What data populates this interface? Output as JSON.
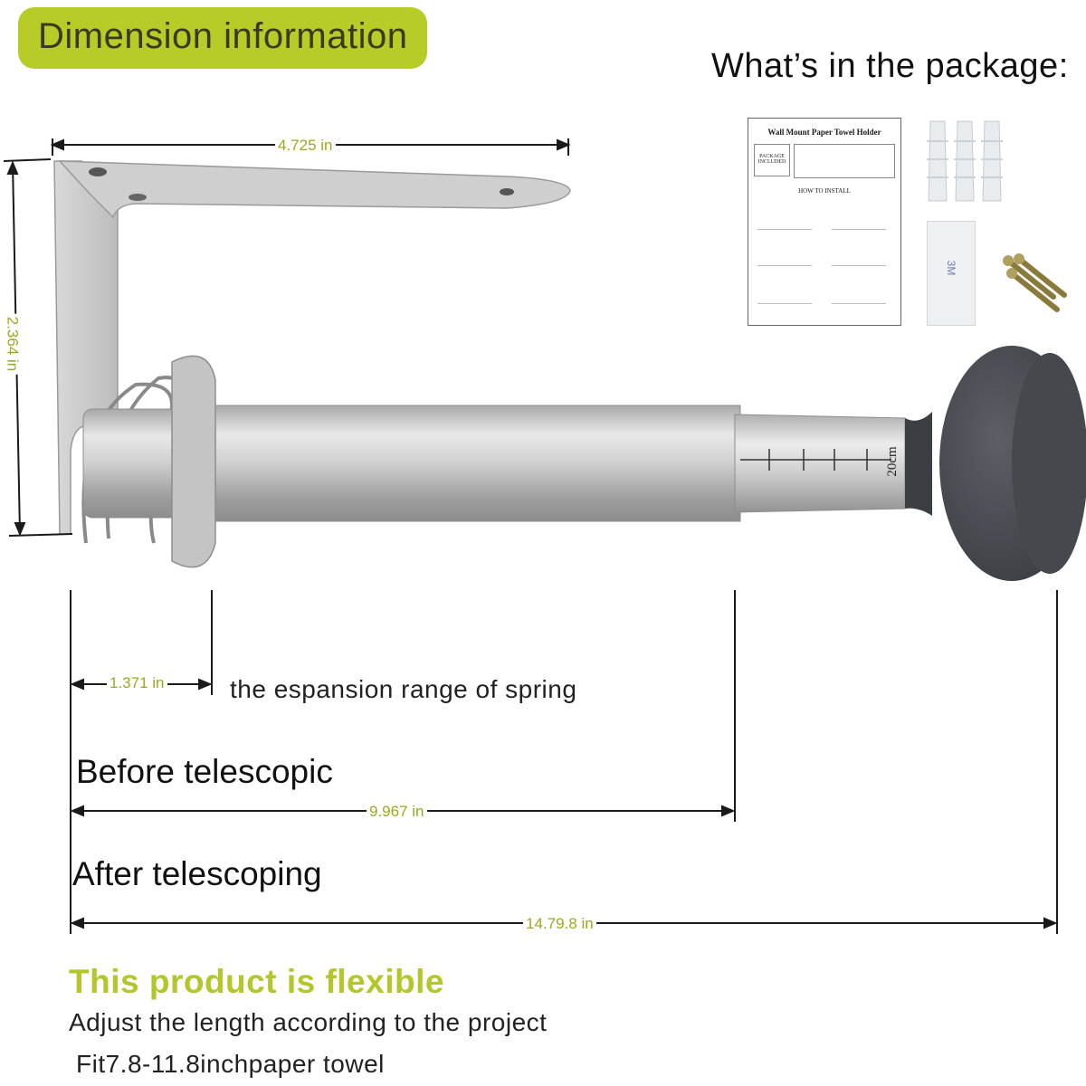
{
  "header": {
    "badge_label": "Dimension information",
    "package_title": "What’s in the package:"
  },
  "dimensions": {
    "top_width": "4.725 in",
    "bracket_height": "2.364 in",
    "spring_range": "1.371 in",
    "before_length": "9.967 in",
    "after_length": "14.79.8 in"
  },
  "captions": {
    "spring_note": "the espansion range of spring",
    "before": "Before telescopic",
    "after": "After telescoping"
  },
  "product_marking": "20cm",
  "manual": {
    "title": "Wall Mount Paper Towel Holder",
    "package_label": "PACKAGE INCLUDED",
    "how_to": "HOW TO INSTALL"
  },
  "tape_label": "3M",
  "footer": {
    "title": "This product is flexible",
    "line1": "Adjust the length according to the project",
    "line2": "Fit7.8-11.8inchpaper towel"
  },
  "colors": {
    "accent": "#b7cc26",
    "steel": "#c8c8c8",
    "knob": "#4a4d52"
  }
}
